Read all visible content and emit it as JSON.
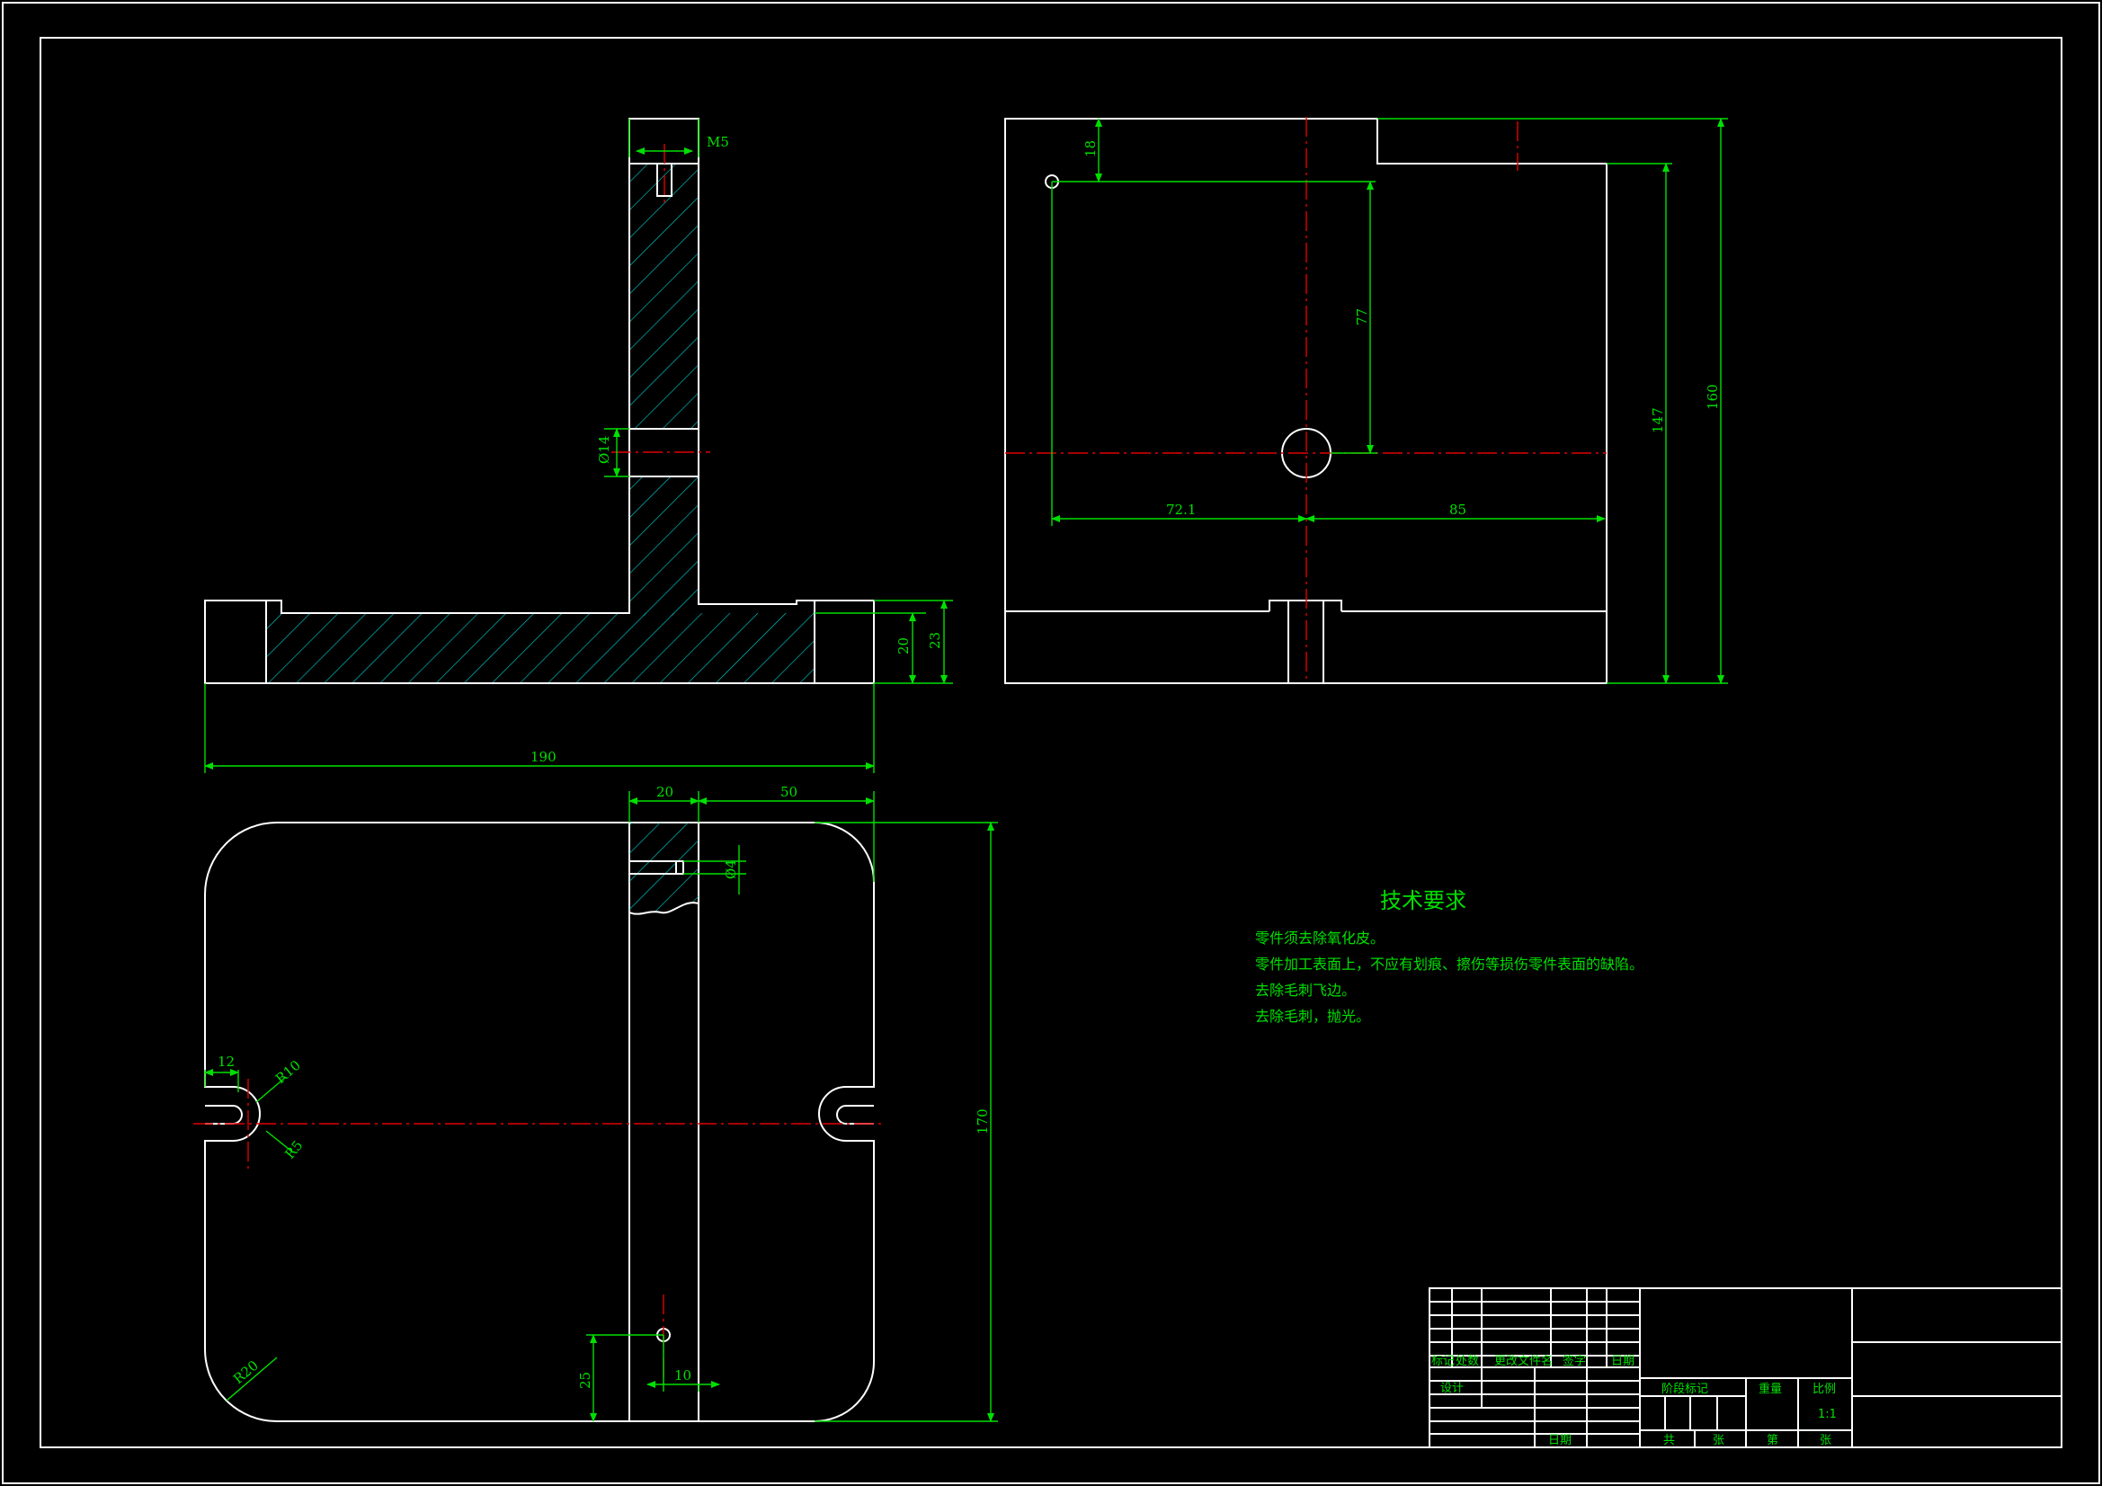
{
  "drawing": {
    "tech_requirements": {
      "title": "技术要求",
      "items": [
        "零件须去除氧化皮。",
        "零件加工表面上，不应有划痕、擦伤等损伤零件表面的缺陷。",
        "去除毛刺飞边。",
        "去除毛刺，抛光。"
      ]
    },
    "front_view_dims": {
      "thread": "M5",
      "bore": "Ø14",
      "height_20": "20",
      "height_23": "23",
      "width_190": "190"
    },
    "side_view_dims": {
      "d18": "18",
      "d77": "77",
      "d147": "147",
      "d160": "160",
      "d72": "72.1",
      "d85": "85"
    },
    "top_view_dims": {
      "d20": "20",
      "d50": "50",
      "d4": "Ø4",
      "d12": "12",
      "r10": "R10",
      "r5": "R5",
      "d170": "170",
      "r20": "R20",
      "d25": "25",
      "d10": "10"
    },
    "title_block": {
      "h_mark": "标记",
      "h_count": "处数",
      "h_file": "更改文件名",
      "h_sign": "签字",
      "h_date": "日期",
      "design": "设计",
      "date": "日期",
      "stage_mark": "阶段标记",
      "weight": "重量",
      "scale": "比例",
      "scale_value": "1:1",
      "total": "共",
      "sheets": "张",
      "sheet_no": "第",
      "sheet": "张"
    }
  }
}
